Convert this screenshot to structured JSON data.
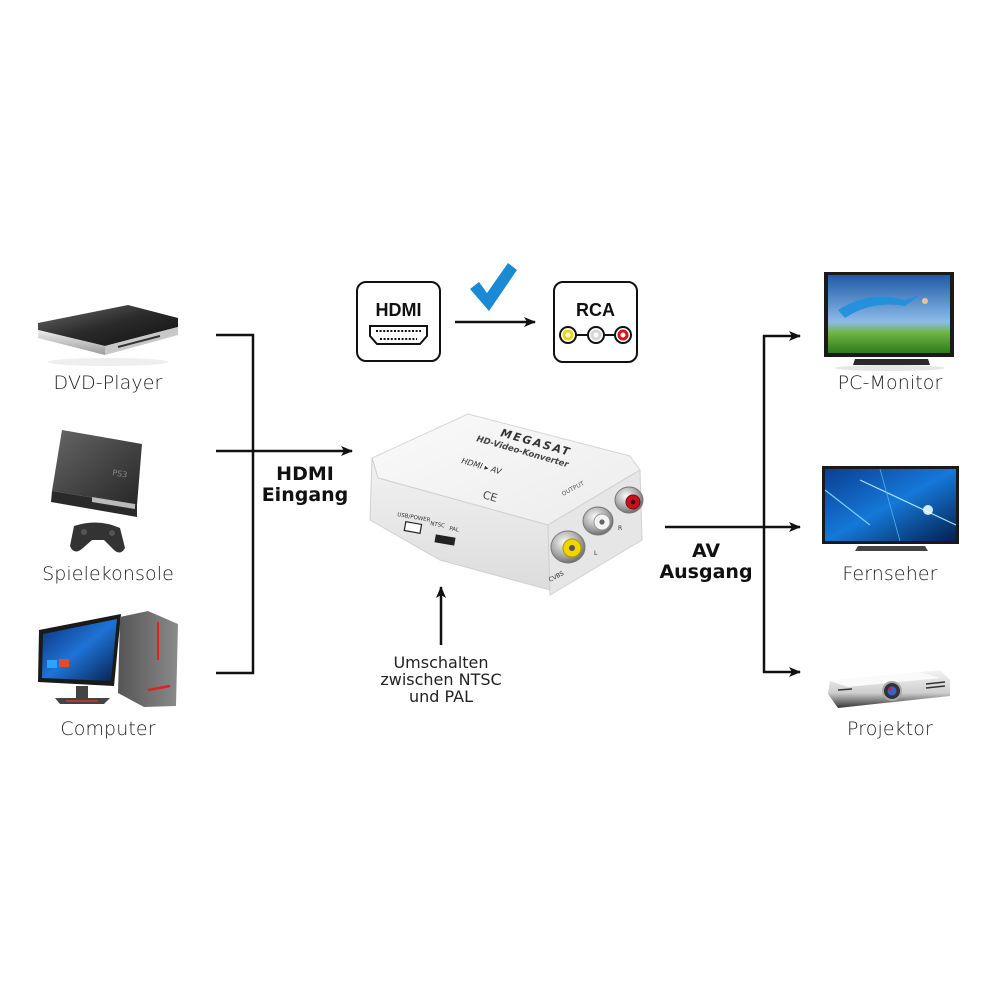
{
  "diagram": {
    "inputs": {
      "label_line1": "HDMI",
      "label_line2": "Eingang",
      "devices": [
        {
          "id": "dvd-player",
          "label": "DVD-Player"
        },
        {
          "id": "game-console",
          "label": "Spielekonsole"
        },
        {
          "id": "computer",
          "label": "Computer"
        }
      ]
    },
    "outputs": {
      "label_line1": "AV",
      "label_line2": "Ausgang",
      "devices": [
        {
          "id": "pc-monitor",
          "label": "PC-Monitor"
        },
        {
          "id": "tv",
          "label": "Fernseher"
        },
        {
          "id": "projector",
          "label": "Projektor"
        }
      ]
    },
    "conversion": {
      "from_label": "HDMI",
      "to_label": "RCA",
      "rca_colors": [
        "#f2d400",
        "#d6d6d6",
        "#d8121b"
      ],
      "check_color": "#1a8ad4"
    },
    "converter": {
      "brand": "MEGASAT",
      "model": "HD-Video-Konverter",
      "mode": "HDMI ▸ AV",
      "output_label": "OUTPUT",
      "usb_label": "USB/POWER",
      "ntsc_label": "NTSC",
      "pal_label": "PAL",
      "cvbs_label": "CVBS",
      "l_label": "L",
      "r_label": "R",
      "ce_mark": "CE"
    },
    "switch_note": {
      "line1": "Umschalten",
      "line2": "zwischen NTSC",
      "line3": "und PAL"
    }
  }
}
